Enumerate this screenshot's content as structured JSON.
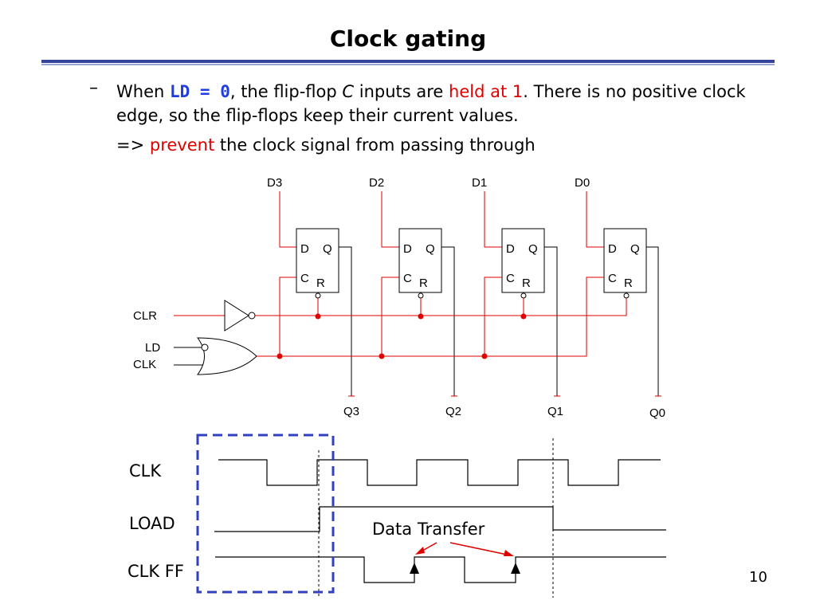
{
  "slide": {
    "title": "Clock gating",
    "bullet": {
      "dash": "–",
      "p1": "When ",
      "ld": "LD = 0",
      "p2": ", the flip-flop ",
      "c": "C",
      "p3": " inputs are ",
      "held": "held at 1",
      "p4": ". There is no positive clock edge, so the flip-flops keep their current values."
    },
    "arrow_line": {
      "arrow": "=> ",
      "prevent": "prevent",
      "rest": " the clock signal from passing through"
    },
    "page_number": "10"
  },
  "circuit": {
    "inputs": [
      "D3",
      "D2",
      "D1",
      "D0"
    ],
    "outputs": [
      "Q3",
      "Q2",
      "Q1",
      "Q0"
    ],
    "ff_labels": {
      "d": "D",
      "q": "Q",
      "c": "C",
      "r": "R"
    },
    "clr": "CLR",
    "ld": "LD",
    "clk": "CLK"
  },
  "timing": {
    "signals": [
      "CLK",
      "LOAD",
      "CLK FF"
    ],
    "annotation": "Data Transfer"
  },
  "colors": {
    "accent_blue": "#1f3de0",
    "highlight_red": "#e00000",
    "title_rule": "#33449a",
    "dash_box": "#3040c0"
  }
}
